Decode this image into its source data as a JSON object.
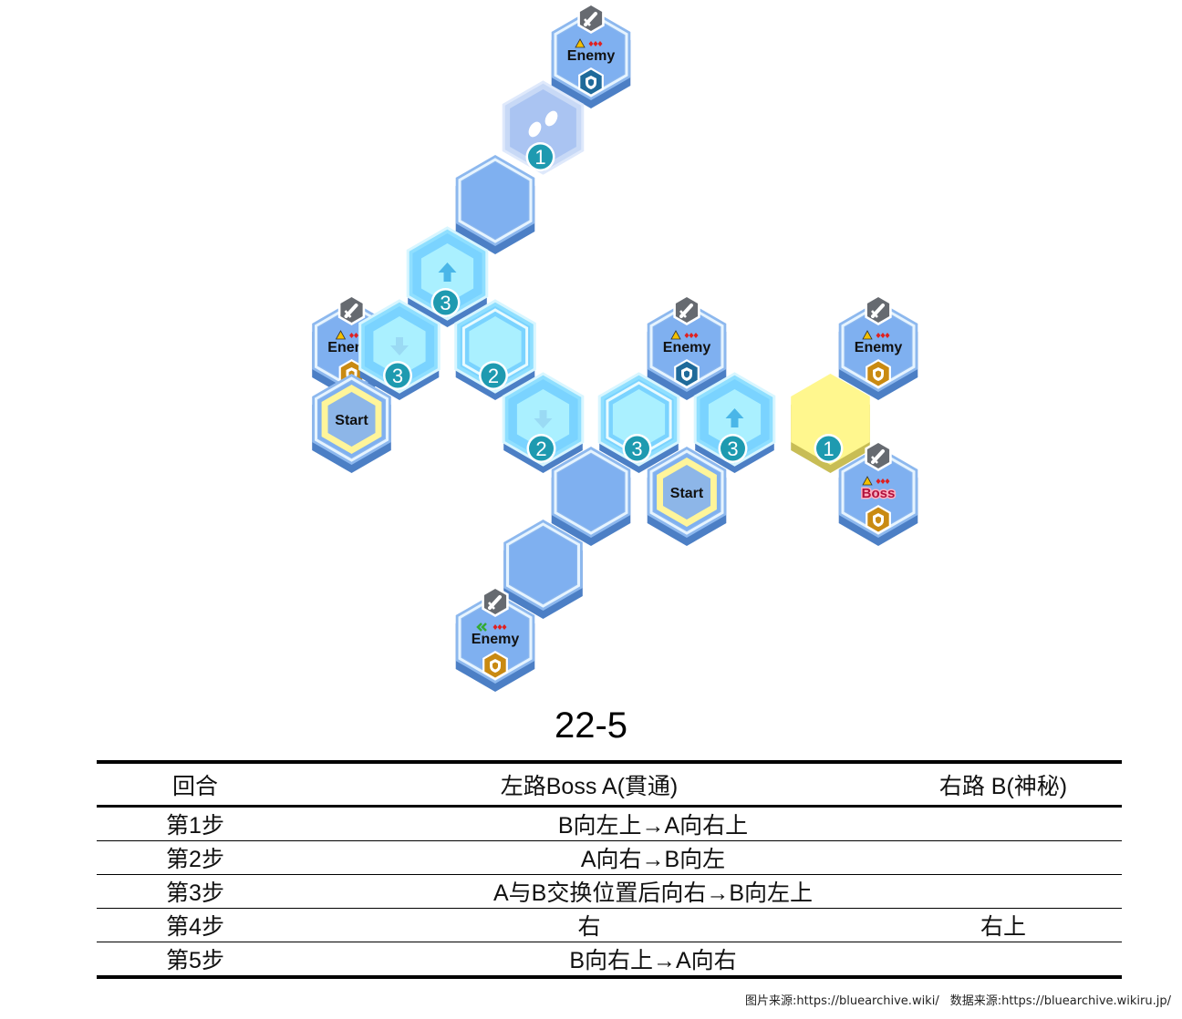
{
  "map": {
    "tiles": [
      {
        "id": "t-enemy-top",
        "kind": "enemy",
        "label": "Enemy",
        "rank": "warn",
        "shield": "blue",
        "col": 0,
        "row": 0
      },
      {
        "id": "t-footprint",
        "kind": "footprint",
        "badge": "1",
        "col": -1,
        "row": 1
      },
      {
        "id": "t-plain-1",
        "kind": "plain",
        "col": -2,
        "row": 2
      },
      {
        "id": "t-up-3",
        "kind": "arrow-up",
        "badge": "3",
        "col": -3,
        "row": 3
      },
      {
        "id": "t-enemy-left",
        "kind": "enemy",
        "label": "Enemy",
        "rank": "warn",
        "shield": "gold",
        "col": -5,
        "row": 4
      },
      {
        "id": "t-down-3",
        "kind": "arrow-down",
        "badge": "3",
        "col": -4,
        "row": 4
      },
      {
        "id": "t-lift-2",
        "kind": "lift",
        "badge": "2",
        "col": -2,
        "row": 4
      },
      {
        "id": "t-enemy-mid",
        "kind": "enemy",
        "label": "Enemy",
        "rank": "warn",
        "shield": "blue",
        "col": 2,
        "row": 4
      },
      {
        "id": "t-enemy-right",
        "kind": "enemy",
        "label": "Enemy",
        "rank": "warn",
        "shield": "gold",
        "col": 6,
        "row": 4
      },
      {
        "id": "t-start-left",
        "kind": "start",
        "label": "Start",
        "col": -5,
        "row": 5
      },
      {
        "id": "t-down-2",
        "kind": "arrow-down",
        "badge": "2",
        "col": -1,
        "row": 5
      },
      {
        "id": "t-lift-3",
        "kind": "lift",
        "badge": "3",
        "col": 1,
        "row": 5
      },
      {
        "id": "t-up-3b",
        "kind": "arrow-up",
        "badge": "3",
        "col": 3,
        "row": 5
      },
      {
        "id": "t-yellow-1",
        "kind": "yellow",
        "badge": "1",
        "col": 5,
        "row": 5
      },
      {
        "id": "t-plain-2",
        "kind": "plain",
        "col": 0,
        "row": 6
      },
      {
        "id": "t-start-right",
        "kind": "start",
        "label": "Start",
        "col": 2,
        "row": 6
      },
      {
        "id": "t-boss",
        "kind": "boss",
        "label": "Boss",
        "rank": "warn",
        "shield": "gold",
        "col": 6,
        "row": 6
      },
      {
        "id": "t-plain-3",
        "kind": "plain",
        "col": -1,
        "row": 7
      },
      {
        "id": "t-enemy-bottom",
        "kind": "enemy",
        "label": "Enemy",
        "rank": "green",
        "shield": "gold",
        "col": -2,
        "row": 8
      }
    ]
  },
  "stage_title": "22-5",
  "table": {
    "headers": [
      "回合",
      "左路Boss A(貫通)",
      "右路 B(神秘)"
    ],
    "rows": [
      {
        "step": "第1步",
        "merged": "B向左上→A向右上"
      },
      {
        "step": "第2步",
        "merged": "A向右→B向左"
      },
      {
        "step": "第3步",
        "merged": "A与B交换位置后向右→B向左上"
      },
      {
        "step": "第4步",
        "left": "右",
        "right": "右上"
      },
      {
        "step": "第5步",
        "merged": "B向右上→A向右"
      }
    ]
  },
  "credits": {
    "image": "图片来源:https://bluearchive.wiki/",
    "data": "数据来源:https://bluearchive.wikiru.jp/"
  },
  "colors": {
    "tile_base": "#4c7fc5",
    "tile_outer": "#8db8ee",
    "tile_inner": "#7fb0f0",
    "cyan_face": "#aaf0ff",
    "badge_teal": "#1e9ab0",
    "start_yellow": "#fff59a",
    "shield_gold": "#c98a12",
    "shield_blue": "#1f6a9a"
  }
}
